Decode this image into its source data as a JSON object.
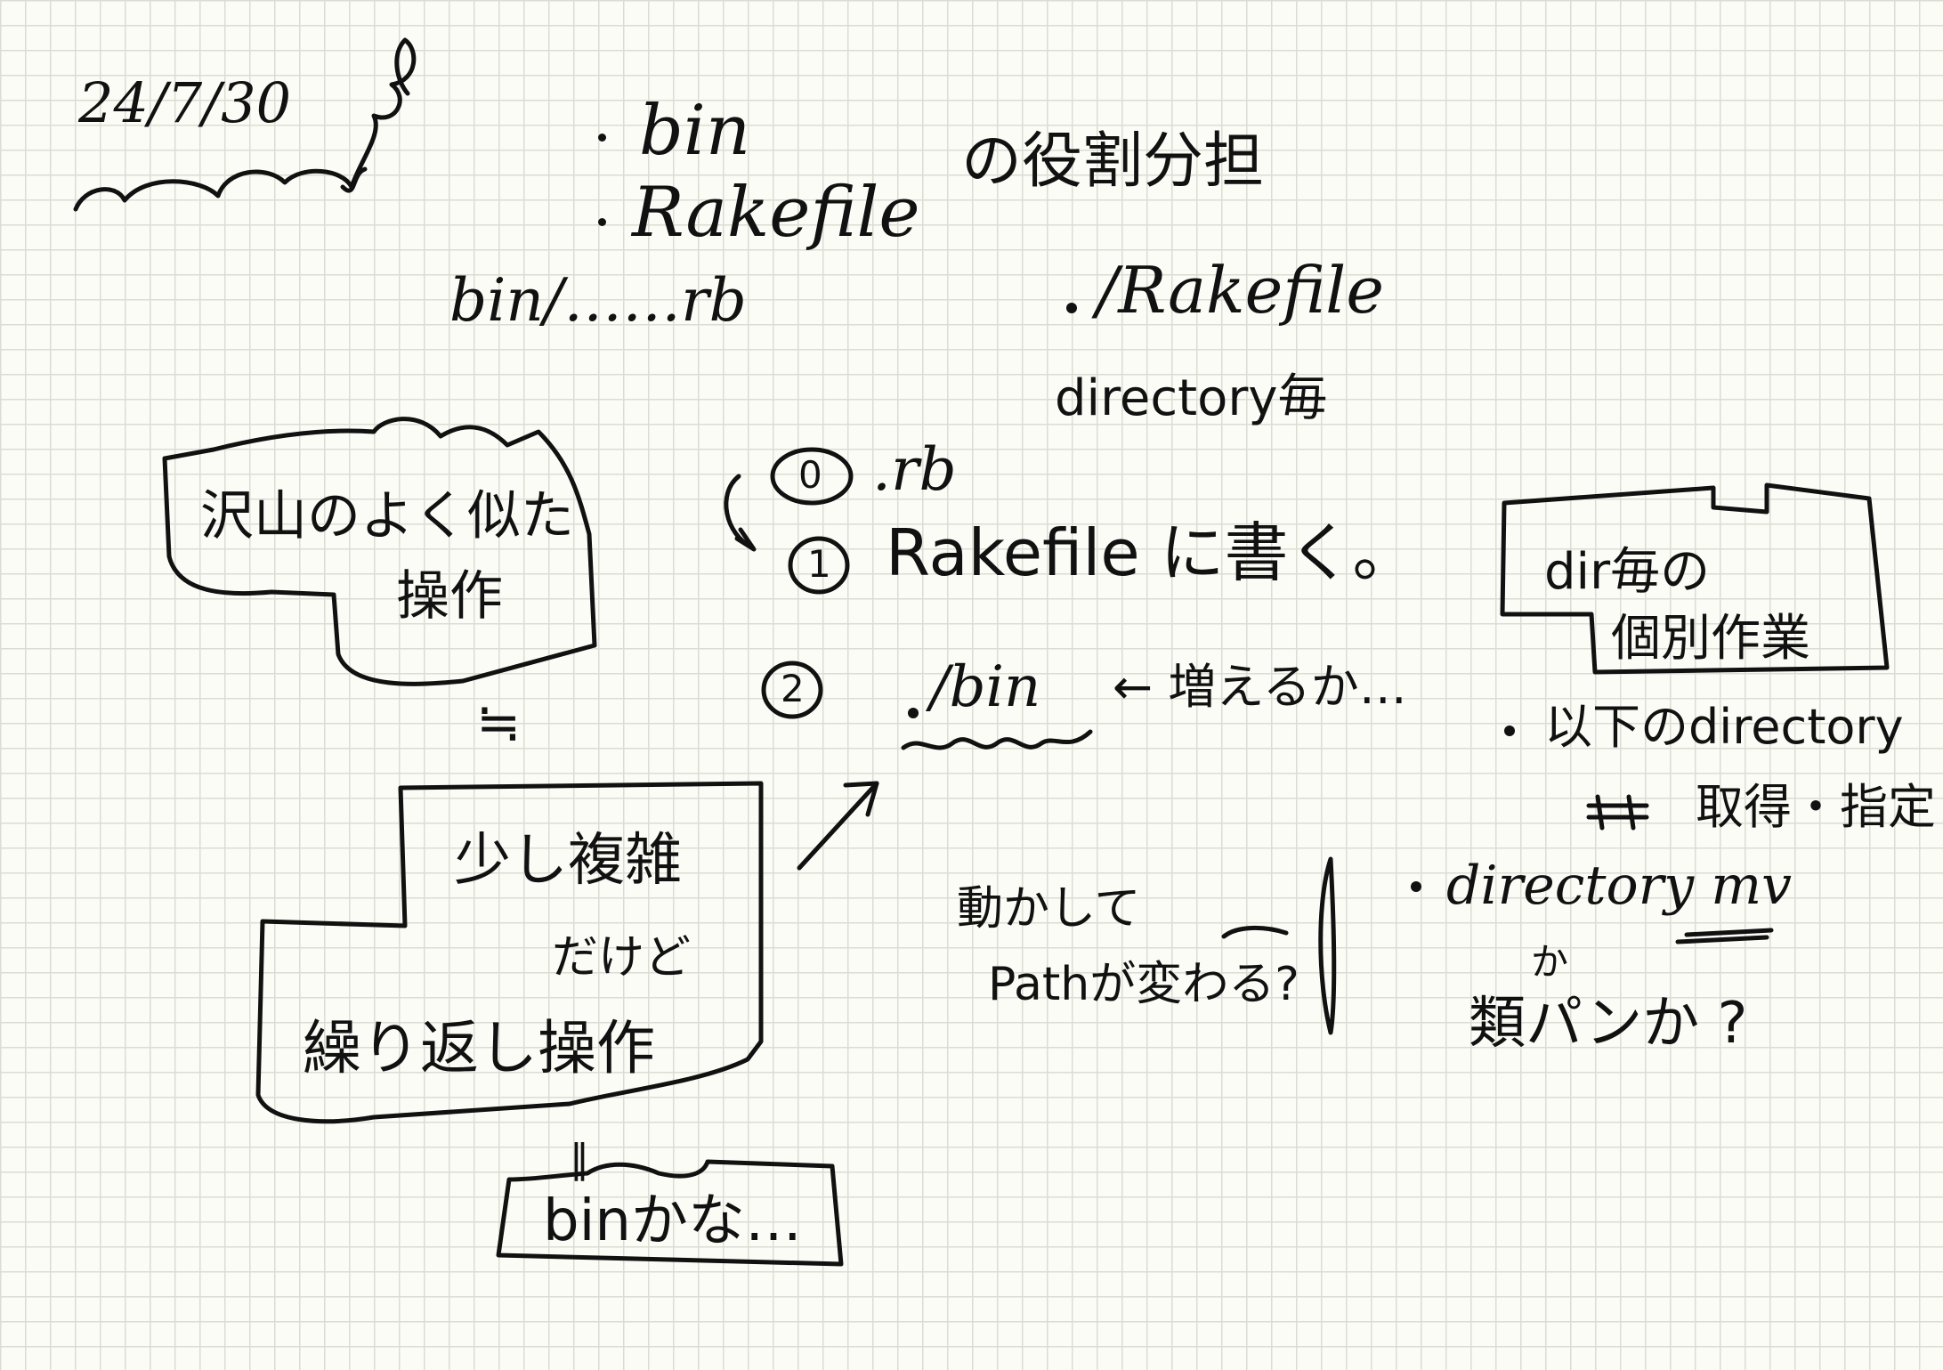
{
  "date": "24/7/30",
  "topic": {
    "items": [
      "bin",
      "Rakefile"
    ],
    "suffix": "の役割分担",
    "example": "bin/……rb"
  },
  "rakefile_note": {
    "path": "/Rakefile",
    "per_directory": "directory毎"
  },
  "box_similar_ops": {
    "line1": "沢山のよく似た",
    "line2": "操作"
  },
  "box_complex": {
    "line1": "少し複雑",
    "line2": "だけど",
    "line3": "繰り返し操作"
  },
  "relation_symbol_1": "≒",
  "relation_symbol_2": "‖",
  "box_bin": {
    "text": "binかな…"
  },
  "options": [
    {
      "marker": "0",
      "text": ".rb"
    },
    {
      "marker": "1",
      "text": "Rakefile に書く。"
    },
    {
      "marker": "2",
      "path": "/bin",
      "comment": "← 増えるか…"
    }
  ],
  "box_dir_work": {
    "line1": "dir毎の",
    "line2": "個別作業"
  },
  "bullet_directory_list": {
    "line1": "以下のdirectory",
    "line2": "取得・指定"
  },
  "path_question": {
    "line1": "動かして",
    "line2": "Pathが変わる?"
  },
  "bullet_directory_mv": {
    "line1": "directory mv",
    "line2": "か",
    "line3": "類パンか ?"
  }
}
